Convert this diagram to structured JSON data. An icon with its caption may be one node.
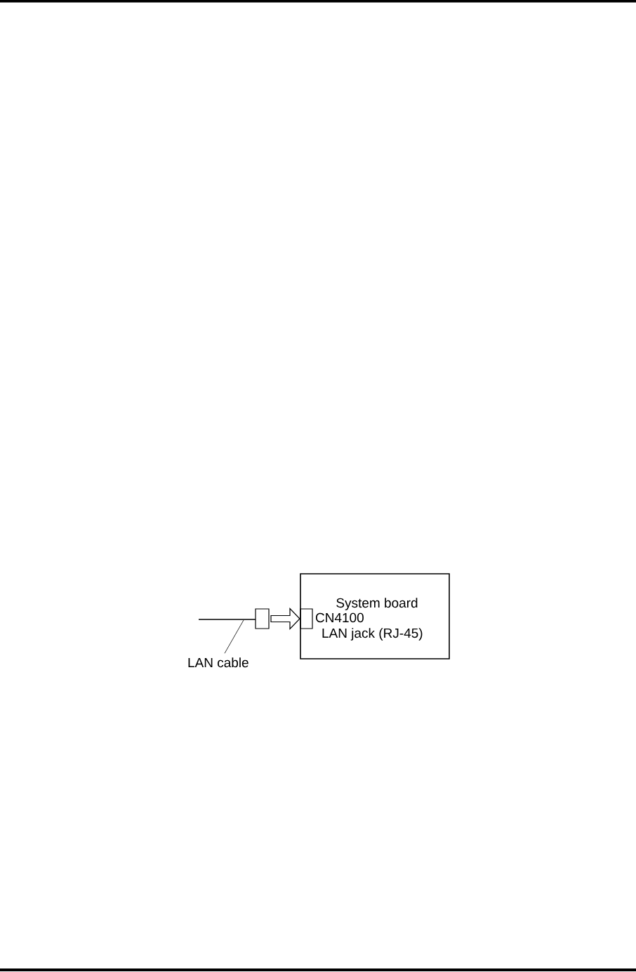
{
  "diagram": {
    "nodes": [
      {
        "text": [
          "System board"
        ]
      },
      {
        "text": [],
        "shape": "box",
        "in": 0,
        "beside": [
          "CN4100",
          "LAN jack (RJ-45)"
        ]
      },
      {
        "text": [],
        "shape": "box"
      },
      {
        "text": [
          "LAN cable"
        ]
      }
    ],
    "edges": [
      {
        "from": 2,
        "to": 1,
        "arrow": "to",
        "style": "thick"
      },
      {
        "from": 3,
        "to": null,
        "arrow": "none"
      }
    ]
  }
}
